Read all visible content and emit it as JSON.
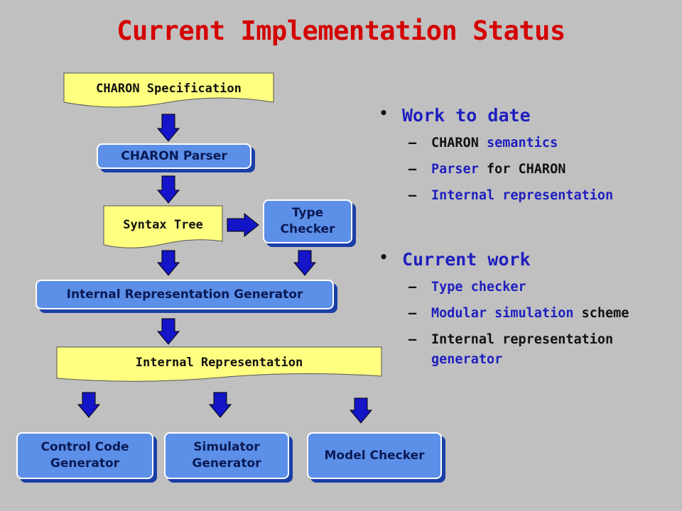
{
  "title": "Current Implementation Status",
  "colors": {
    "background": "#c0c0c0",
    "title": "#d40000",
    "box_fill": "#5c8fe8",
    "box_shadow": "#1a3fa6",
    "box_text": "#0a1a55",
    "document_fill": "#ffff80",
    "arrow_fill": "#1414c8",
    "bullet_heading": "#1f1fbf",
    "bullet_black": "#111111"
  },
  "diagram": {
    "spec_doc": "CHARON Specification",
    "parser": "CHARON Parser",
    "syntax_tree": "Syntax Tree",
    "type_checker": [
      "Type",
      "Checker"
    ],
    "ir_generator": "Internal Representation Generator",
    "internal_rep": "Internal Representation",
    "control_code": [
      "Control Code",
      "Generator"
    ],
    "simulator": [
      "Simulator",
      "Generator"
    ],
    "model_checker": "Model Checker"
  },
  "bullets": [
    {
      "heading": "Work to date",
      "items": [
        {
          "b": "CHARON",
          "c": " semantics",
          "d": ""
        },
        {
          "b": "",
          "c": "Parser",
          "d": " for CHARON"
        },
        {
          "b": "",
          "c": "Internal representation",
          "d": ""
        }
      ]
    },
    {
      "heading": "Current work",
      "items": [
        {
          "b": "",
          "c": "Type checker",
          "d": ""
        },
        {
          "b": "",
          "c": "Modular simulation",
          "d": " scheme"
        },
        {
          "b": "Internal representation",
          "c": "generator",
          "d": ""
        }
      ]
    }
  ]
}
